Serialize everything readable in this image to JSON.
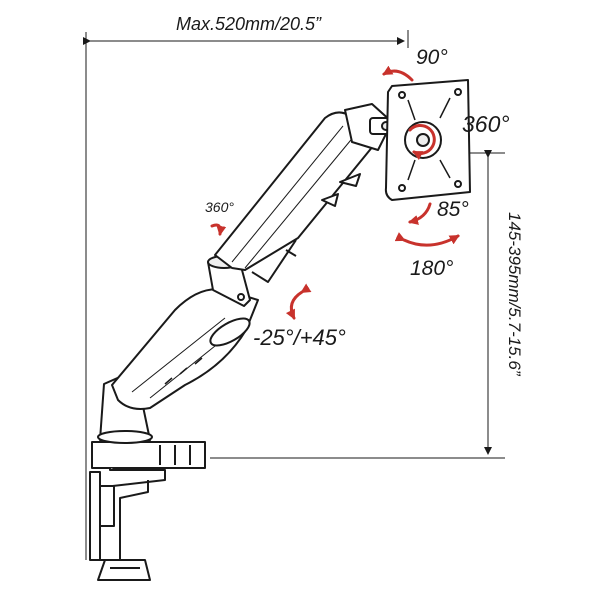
{
  "diagram": {
    "labels": {
      "max_width": "Max.520mm/20.5”",
      "tilt_up": "90°",
      "monitor_rotation": "360°",
      "tilt_down": "85°",
      "swivel": "180°",
      "arm_rotation": "360°",
      "arm_tilt": "-25°/+45°",
      "height_range": "145-395mm/5.7-15.6”"
    },
    "colors": {
      "line": "#1a1a1a",
      "arrow_accent": "#c8322c",
      "fill_light": "#ffffff",
      "fill_shade": "#eeeeee"
    },
    "icons": [
      "rotation-arrow-icon",
      "rotation-arrow-icon",
      "rotation-arrow-icon",
      "rotation-arrow-icon",
      "rotation-arrow-icon",
      "rotation-arrow-icon"
    ]
  }
}
